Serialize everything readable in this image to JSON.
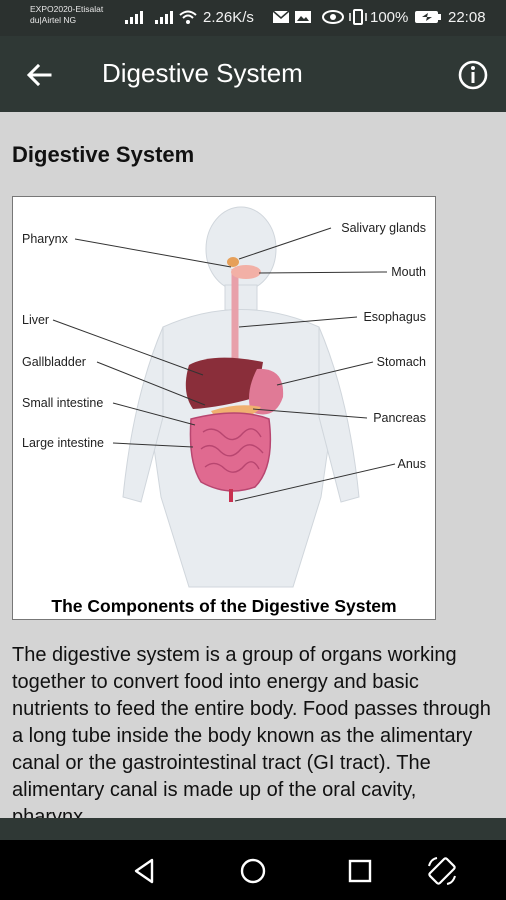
{
  "status_bar": {
    "carrier_line1": "EXPO2020-Etisalat",
    "carrier_line2": "du|Airtel NG",
    "speed": "2.26K/s",
    "battery": "100%",
    "time": "22:08"
  },
  "app_bar": {
    "title": "Digestive System",
    "back_icon": "arrow-back-icon",
    "info_icon": "info-icon"
  },
  "content": {
    "heading": "Digestive System",
    "figure": {
      "caption": "The Components of the Digestive System",
      "labels_left": [
        "Pharynx",
        "Liver",
        "Gallbladder",
        "Small intestine",
        "Large intestine"
      ],
      "labels_right": [
        "Salivary glands",
        "Mouth",
        "Esophagus",
        "Stomach",
        "Pancreas",
        "Anus"
      ]
    },
    "paragraph": "The digestive system is a group of organs working together to convert food into energy and basic nutrients to feed the entire body. Food passes through a long tube inside the body known as the alimentary canal or the gastrointestinal tract (GI tract). The alimentary canal is made up of the oral cavity, pharynx,"
  },
  "nav_bar": {
    "icons": [
      "back-triangle-icon",
      "home-circle-icon",
      "recents-square-icon",
      "rotate-icon"
    ]
  }
}
